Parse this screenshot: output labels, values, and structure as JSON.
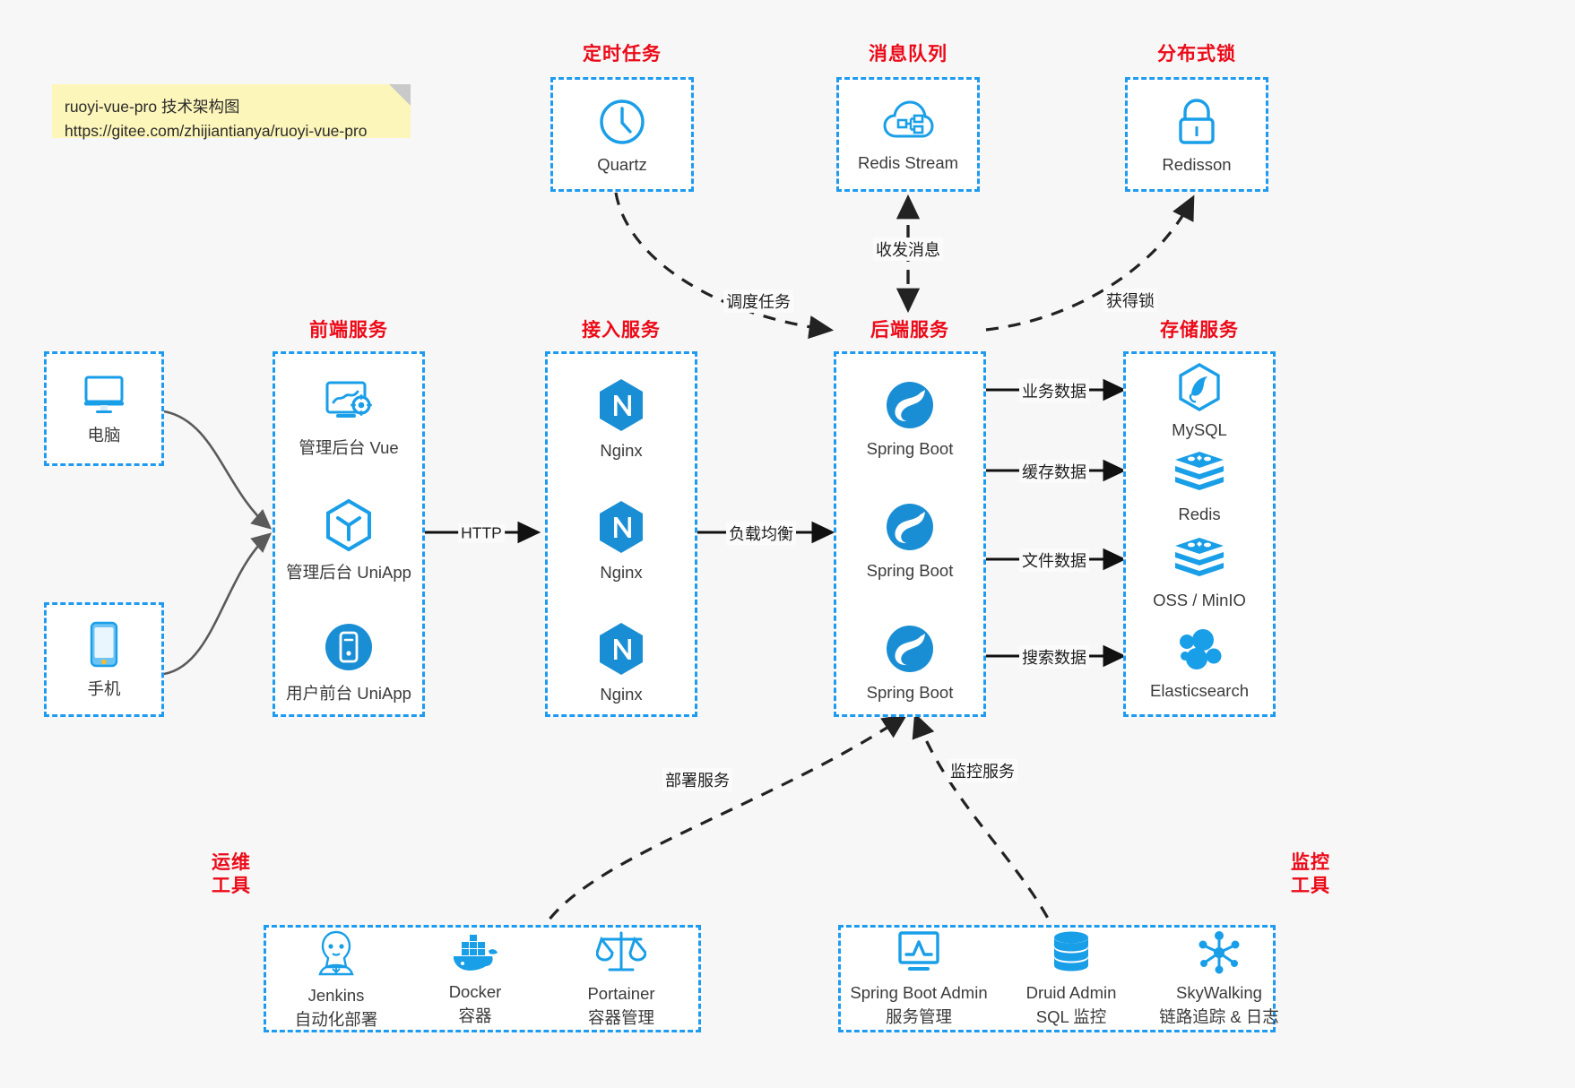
{
  "note": {
    "line1": "ruoyi-vue-pro 技术架构图",
    "line2": "https://gitee.com/zhijiantianya/ruoyi-vue-pro"
  },
  "colors": {
    "box_border": "#1e9bf0",
    "group_title": "#ec0a18",
    "icon_blue": "#199ee8",
    "label_text": "#3b3b3b",
    "background": "#f7f7f7",
    "arrow_solid": "#111111",
    "arrow_dashed": "#222222",
    "note_bg": "#fdf6ba"
  },
  "groups": {
    "scheduled_task": {
      "title": "定时任务",
      "nodes": [
        {
          "label": "Quartz",
          "icon": "clock-icon"
        }
      ]
    },
    "message_queue": {
      "title": "消息队列",
      "nodes": [
        {
          "label": "Redis Stream",
          "icon": "cloud-node-icon"
        }
      ]
    },
    "distributed_lock": {
      "title": "分布式锁",
      "nodes": [
        {
          "label": "Redisson",
          "icon": "lock-icon"
        }
      ]
    },
    "clients": {
      "nodes": [
        {
          "label": "电脑",
          "icon": "desktop-icon"
        },
        {
          "label": "手机",
          "icon": "phone-icon"
        }
      ]
    },
    "frontend": {
      "title": "前端服务",
      "nodes": [
        {
          "label": "管理后台 Vue",
          "icon": "dashboard-gear-icon"
        },
        {
          "label": "管理后台 UniApp",
          "icon": "cube-icon"
        },
        {
          "label": "用户前台 UniApp",
          "icon": "mobile-circle-icon"
        }
      ]
    },
    "gateway": {
      "title": "接入服务",
      "nodes": [
        {
          "label": "Nginx",
          "icon": "nginx-icon"
        },
        {
          "label": "Nginx",
          "icon": "nginx-icon"
        },
        {
          "label": "Nginx",
          "icon": "nginx-icon"
        }
      ]
    },
    "backend": {
      "title": "后端服务",
      "nodes": [
        {
          "label": "Spring Boot",
          "icon": "spring-icon"
        },
        {
          "label": "Spring Boot",
          "icon": "spring-icon"
        },
        {
          "label": "Spring Boot",
          "icon": "spring-icon"
        }
      ]
    },
    "storage": {
      "title": "存储服务",
      "nodes": [
        {
          "label": "MySQL",
          "icon": "mysql-icon"
        },
        {
          "label": "Redis",
          "icon": "redis-icon"
        },
        {
          "label": "OSS / MinIO",
          "icon": "oss-icon"
        },
        {
          "label": "Elasticsearch",
          "icon": "elasticsearch-icon"
        }
      ]
    },
    "devops": {
      "title_line1": "运维",
      "title_line2": "工具",
      "nodes": [
        {
          "label": "Jenkins",
          "sublabel": "自动化部署",
          "icon": "jenkins-icon"
        },
        {
          "label": "Docker",
          "sublabel": "容器",
          "icon": "docker-icon"
        },
        {
          "label": "Portainer",
          "sublabel": "容器管理",
          "icon": "scales-icon"
        }
      ]
    },
    "monitoring": {
      "title_line1": "监控",
      "title_line2": "工具",
      "nodes": [
        {
          "label": "Spring Boot Admin",
          "sublabel": "服务管理",
          "icon": "monitor-chart-icon"
        },
        {
          "label": "Druid Admin",
          "sublabel": "SQL 监控",
          "icon": "database-icon"
        },
        {
          "label": "SkyWalking",
          "sublabel": "链路追踪 & 日志",
          "icon": "skywalking-icon"
        }
      ]
    }
  },
  "edges": [
    {
      "label": "调度任务",
      "from": "scheduled_task",
      "to": "backend",
      "style": "dashed"
    },
    {
      "label": "收发消息",
      "from": "backend",
      "to": "message_queue",
      "style": "dashed-bidirectional"
    },
    {
      "label": "获得锁",
      "from": "backend",
      "to": "distributed_lock",
      "style": "dashed"
    },
    {
      "label": "HTTP",
      "from": "frontend",
      "to": "gateway",
      "style": "solid"
    },
    {
      "label": "负载均衡",
      "from": "gateway",
      "to": "backend",
      "style": "solid"
    },
    {
      "label": "业务数据",
      "from": "backend",
      "to": "MySQL",
      "style": "solid"
    },
    {
      "label": "缓存数据",
      "from": "backend",
      "to": "Redis",
      "style": "solid"
    },
    {
      "label": "文件数据",
      "from": "backend",
      "to": "OSS / MinIO",
      "style": "solid"
    },
    {
      "label": "搜索数据",
      "from": "backend",
      "to": "Elasticsearch",
      "style": "solid"
    },
    {
      "label": "部署服务",
      "from": "devops",
      "to": "backend",
      "style": "dashed"
    },
    {
      "label": "监控服务",
      "from": "monitoring",
      "to": "backend",
      "style": "dashed"
    }
  ]
}
